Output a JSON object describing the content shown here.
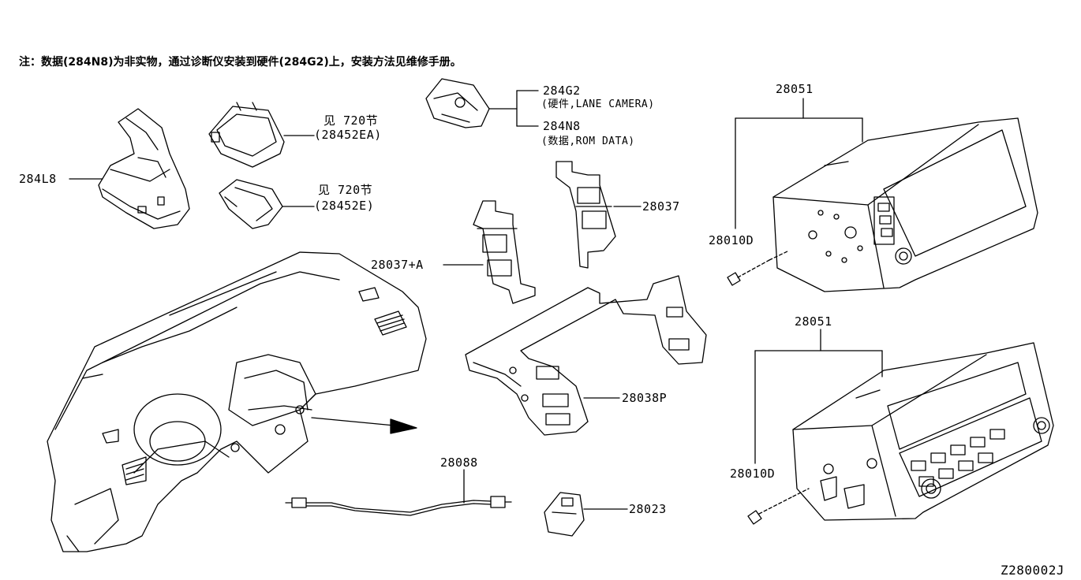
{
  "note": "注：数据(284N8)为非实物，通过诊断仪安装到硬件(284G2)上，安装方法见维修手册。",
  "labels": {
    "p284L8": "284L8",
    "see720a": "见 720节",
    "p28452EA": "(28452EA)",
    "see720b": "见 720节",
    "p28452E": "(28452E)",
    "p284G2": "284G2",
    "p284G2_desc": "(硬件,LANE CAMERA)",
    "p284N8": "284N8",
    "p284N8_desc": "(数据,ROM DATA)",
    "p28037": "28037",
    "p28037A": "28037+A",
    "p28038P": "28038P",
    "p28088": "28088",
    "p28023": "28023",
    "p28051_top": "28051",
    "p28010D_top": "28010D",
    "p28051_bot": "28051",
    "p28010D_bot": "28010D",
    "diagram_code": "Z280002J"
  }
}
